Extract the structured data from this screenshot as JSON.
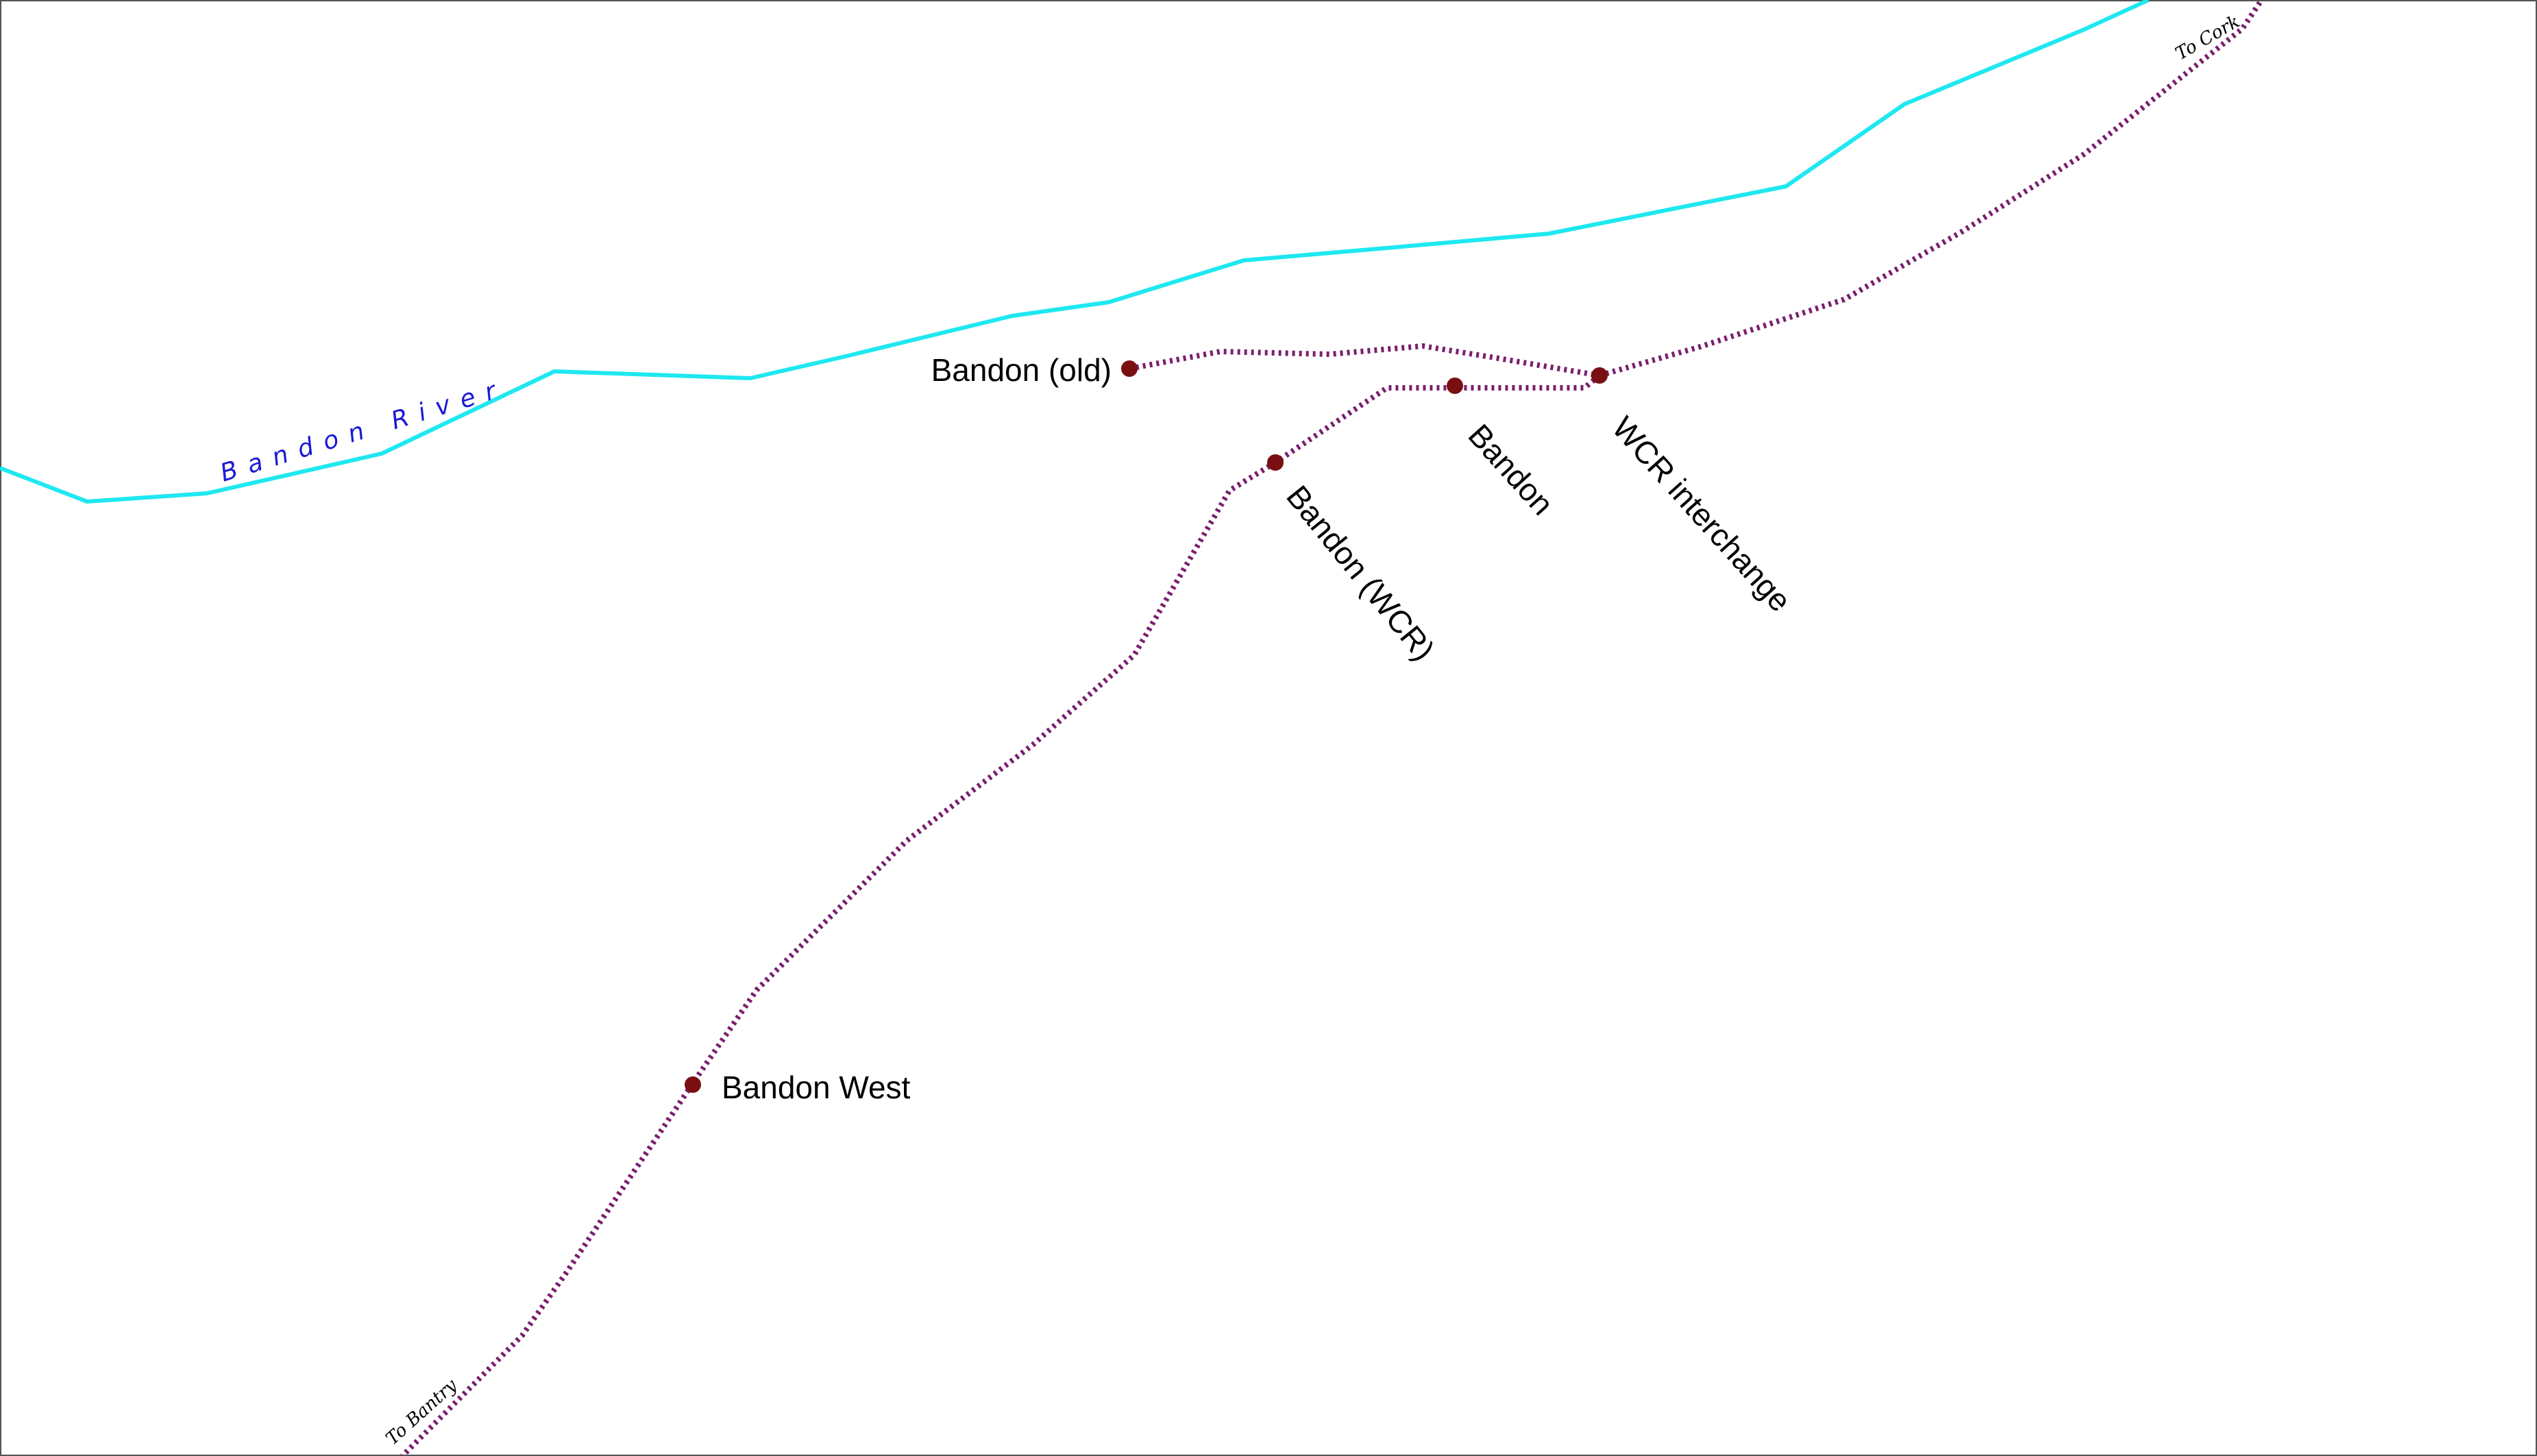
{
  "colors": {
    "river": "#1ee8f0",
    "railway": "#7a1f6e",
    "station": "#7a0f12",
    "river_label": "#1a1ad6"
  },
  "river": {
    "label": "Bandon River"
  },
  "stations": {
    "bandon_old": "Bandon (old)",
    "bandon_wcr": "Bandon (WCR)",
    "bandon": "Bandon",
    "wcr_interchange": "WCR interchange",
    "bandon_west": "Bandon West"
  },
  "destinations": {
    "to_cork": "To Cork",
    "to_bantry": "To Bantry"
  }
}
